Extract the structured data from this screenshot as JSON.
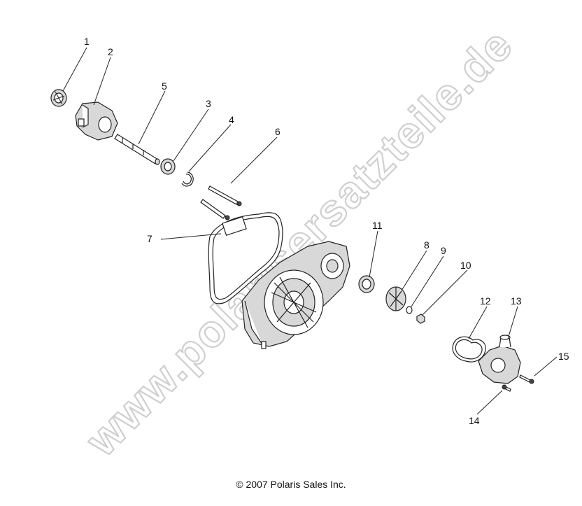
{
  "watermark": "www.polarisersatzteile.de",
  "copyright": "© 2007 Polaris Sales Inc.",
  "callouts": [
    "1",
    "2",
    "3",
    "4",
    "5",
    "6",
    "7",
    "8",
    "9",
    "10",
    "11",
    "12",
    "13",
    "14",
    "15"
  ]
}
